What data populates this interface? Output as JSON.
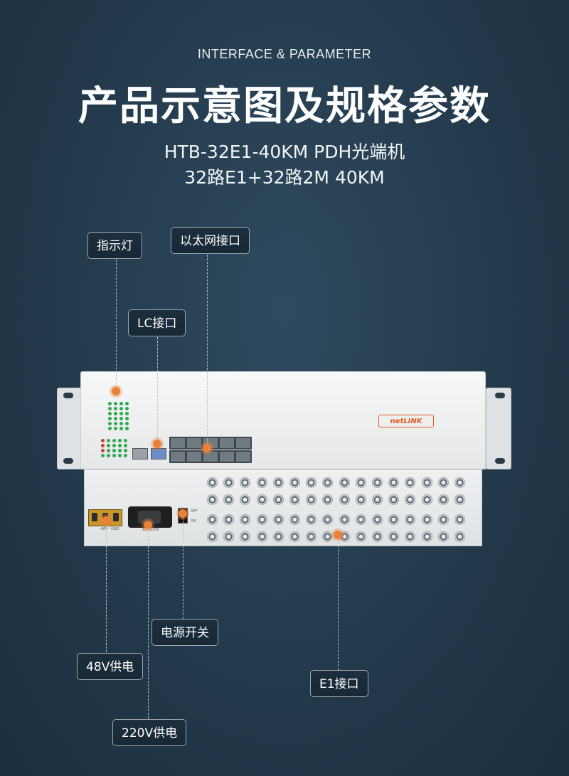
{
  "header": {
    "subtitle_en": "INTERFACE & PARAMETER",
    "title": "产品示意图及规格参数",
    "model_line1": "HTB-32E1-40KM PDH光端机",
    "model_line2": "32路E1+32路2M 40KM"
  },
  "callouts": {
    "indicator": "指示灯",
    "ethernet": "以太网接口",
    "lc": "LC接口",
    "power_switch": "电源开关",
    "dc48v": "48V供电",
    "e1": "E1接口",
    "ac220v": "220V供电"
  },
  "device": {
    "brand": "netLINK",
    "accent_color": "#e8823a",
    "rear_labels": {
      "neg48v": "-48V",
      "gnd": "GND",
      "ac": "AC~220V",
      "off": "OFF",
      "on": "ON"
    }
  }
}
